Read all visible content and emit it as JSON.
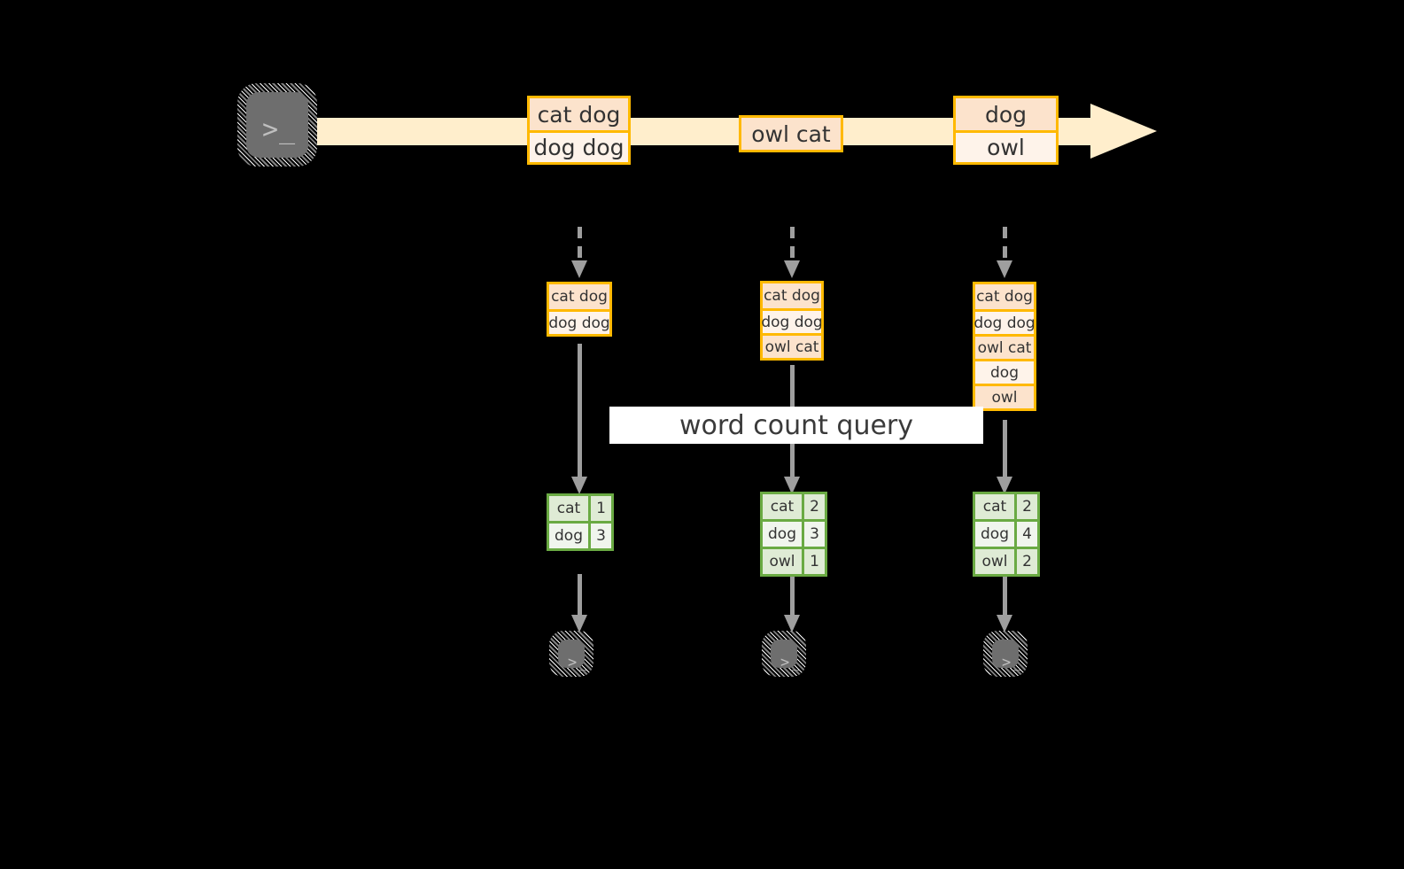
{
  "diagram": {
    "title_label": "word count query",
    "colors": {
      "background": "#000000",
      "stream_fill": "#FFEECC",
      "event_border": "#FFB900",
      "event_fill_dark": "#FCE3CC",
      "event_fill_light": "#FEF3EA",
      "result_border": "#6AAA43",
      "result_fill_dark": "#DFEBD5",
      "result_fill_light": "#F0F5ED",
      "connector": "#9E9E9E",
      "terminal_fill": "#6E6E6E",
      "banner_fill": "#FFFFFF",
      "text": "#333333"
    },
    "source": {
      "icon": "terminal-icon",
      "prompt_glyph": ">_"
    },
    "stream": {
      "icon": "right-arrow-icon",
      "events": [
        {
          "lines": [
            "cat dog",
            "dog dog"
          ]
        },
        {
          "lines": [
            "owl cat"
          ]
        },
        {
          "lines": [
            "dog",
            "owl"
          ]
        }
      ]
    },
    "columns": [
      {
        "accumulated": [
          "cat dog",
          "dog dog"
        ],
        "results": [
          {
            "word": "cat",
            "count": "1"
          },
          {
            "word": "dog",
            "count": "3"
          }
        ],
        "sink": {
          "icon": "terminal-icon",
          "prompt_glyph": ">_"
        }
      },
      {
        "accumulated": [
          "cat dog",
          "dog dog",
          "owl cat"
        ],
        "results": [
          {
            "word": "cat",
            "count": "2"
          },
          {
            "word": "dog",
            "count": "3"
          },
          {
            "word": "owl",
            "count": "1"
          }
        ],
        "sink": {
          "icon": "terminal-icon",
          "prompt_glyph": ">_"
        }
      },
      {
        "accumulated": [
          "cat dog",
          "dog dog",
          "owl cat",
          "dog",
          "owl"
        ],
        "results": [
          {
            "word": "cat",
            "count": "2"
          },
          {
            "word": "dog",
            "count": "4"
          },
          {
            "word": "owl",
            "count": "2"
          }
        ],
        "sink": {
          "icon": "terminal-icon",
          "prompt_glyph": ">_"
        }
      }
    ]
  }
}
